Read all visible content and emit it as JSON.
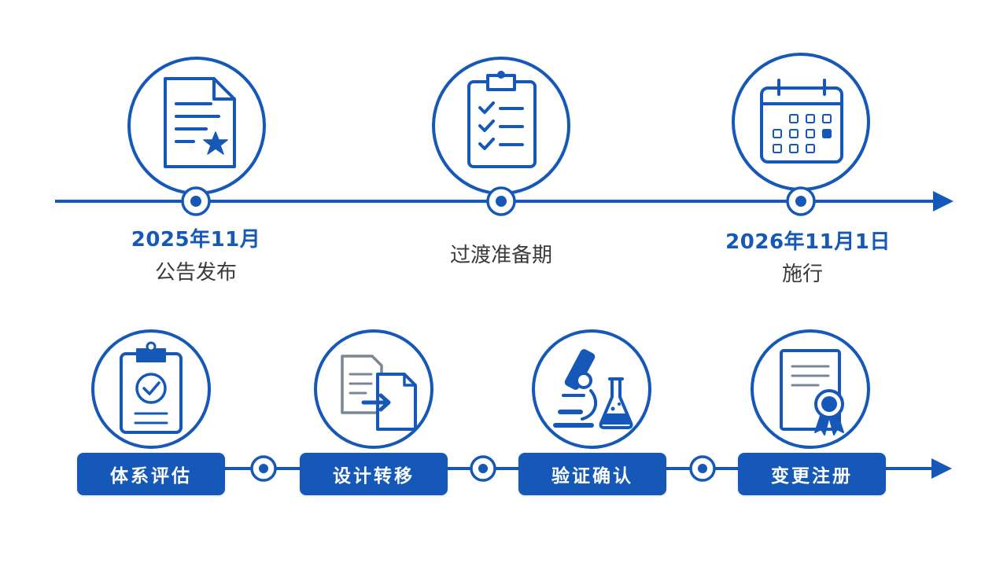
{
  "colors": {
    "primary": "#1558b8",
    "text": "#3a3a3a",
    "gray_icon": "#7a8796"
  },
  "timeline": {
    "milestones": [
      {
        "date": "2025年11月",
        "caption": "公告发布",
        "icon": "document-star-icon"
      },
      {
        "caption": "过渡准备期",
        "icon": "checklist-clipboard-icon"
      },
      {
        "date": "2026年11月1日",
        "caption": "施行",
        "icon": "calendar-icon"
      }
    ]
  },
  "steps": [
    {
      "label": "体系评估",
      "icon": "clipboard-check-icon"
    },
    {
      "label": "设计转移",
      "icon": "document-transfer-icon"
    },
    {
      "label": "验证确认",
      "icon": "microscope-flask-icon"
    },
    {
      "label": "变更注册",
      "icon": "certificate-icon"
    }
  ]
}
